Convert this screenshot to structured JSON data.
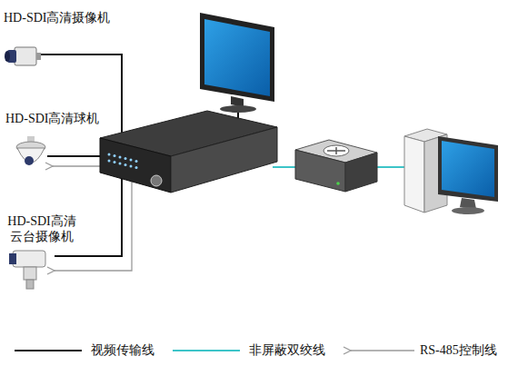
{
  "diagram": {
    "nodes": [
      {
        "text": [
          "HD-SDI高清摄像机"
        ]
      },
      {
        "text": [
          "HD-SDI高清球机"
        ]
      },
      {
        "text": [
          "HD-SDI高清 云台摄像机"
        ]
      }
    ],
    "legend": [
      {
        "text": "视频传输线"
      },
      {
        "text": "非屏蔽双绞线"
      },
      {
        "text": "RS-485控制线"
      }
    ]
  }
}
